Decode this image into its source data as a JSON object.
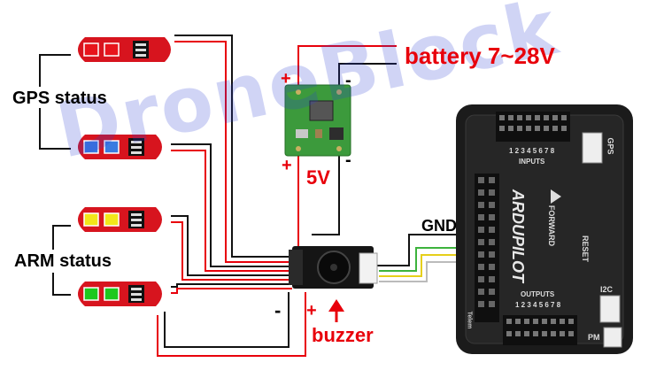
{
  "watermark": "DroneBlock",
  "labels": {
    "gps_status": "GPS status",
    "arm_status": "ARM status",
    "battery": "battery 7~28V",
    "five_v": "5V",
    "gnd": "GND",
    "buzzer": "buzzer",
    "plus_top": "+",
    "minus_top": "-",
    "plus_mid": "+",
    "minus_mid": "-",
    "minus_bottom": "-",
    "plus_bottom": "+"
  },
  "controller": {
    "brand": "ARDUPILOT",
    "forward": "FORWARD",
    "reset": "RESET",
    "inputs": "INPUTS",
    "outputs": "OUTPUTS",
    "inputs_numbers": "1 2 3 4 5 6 7 8",
    "outputs_numbers": "1 2 3 4 5 6 7 8",
    "gps": "GPS",
    "i2c": "I2C",
    "pm": "PM",
    "telem": "Telem"
  },
  "leds": [
    {
      "group": "gps",
      "color": "#e8141c"
    },
    {
      "group": "gps",
      "color": "#3a7be0"
    },
    {
      "group": "arm",
      "color": "#f2e61a"
    },
    {
      "group": "arm",
      "color": "#1ec81e"
    }
  ],
  "colors": {
    "wire_red": "#e8000b",
    "wire_black": "#111111",
    "pcb_red": "#d7141e",
    "regulator_green": "#3c9a3c",
    "board_black": "#1b1b1b"
  }
}
